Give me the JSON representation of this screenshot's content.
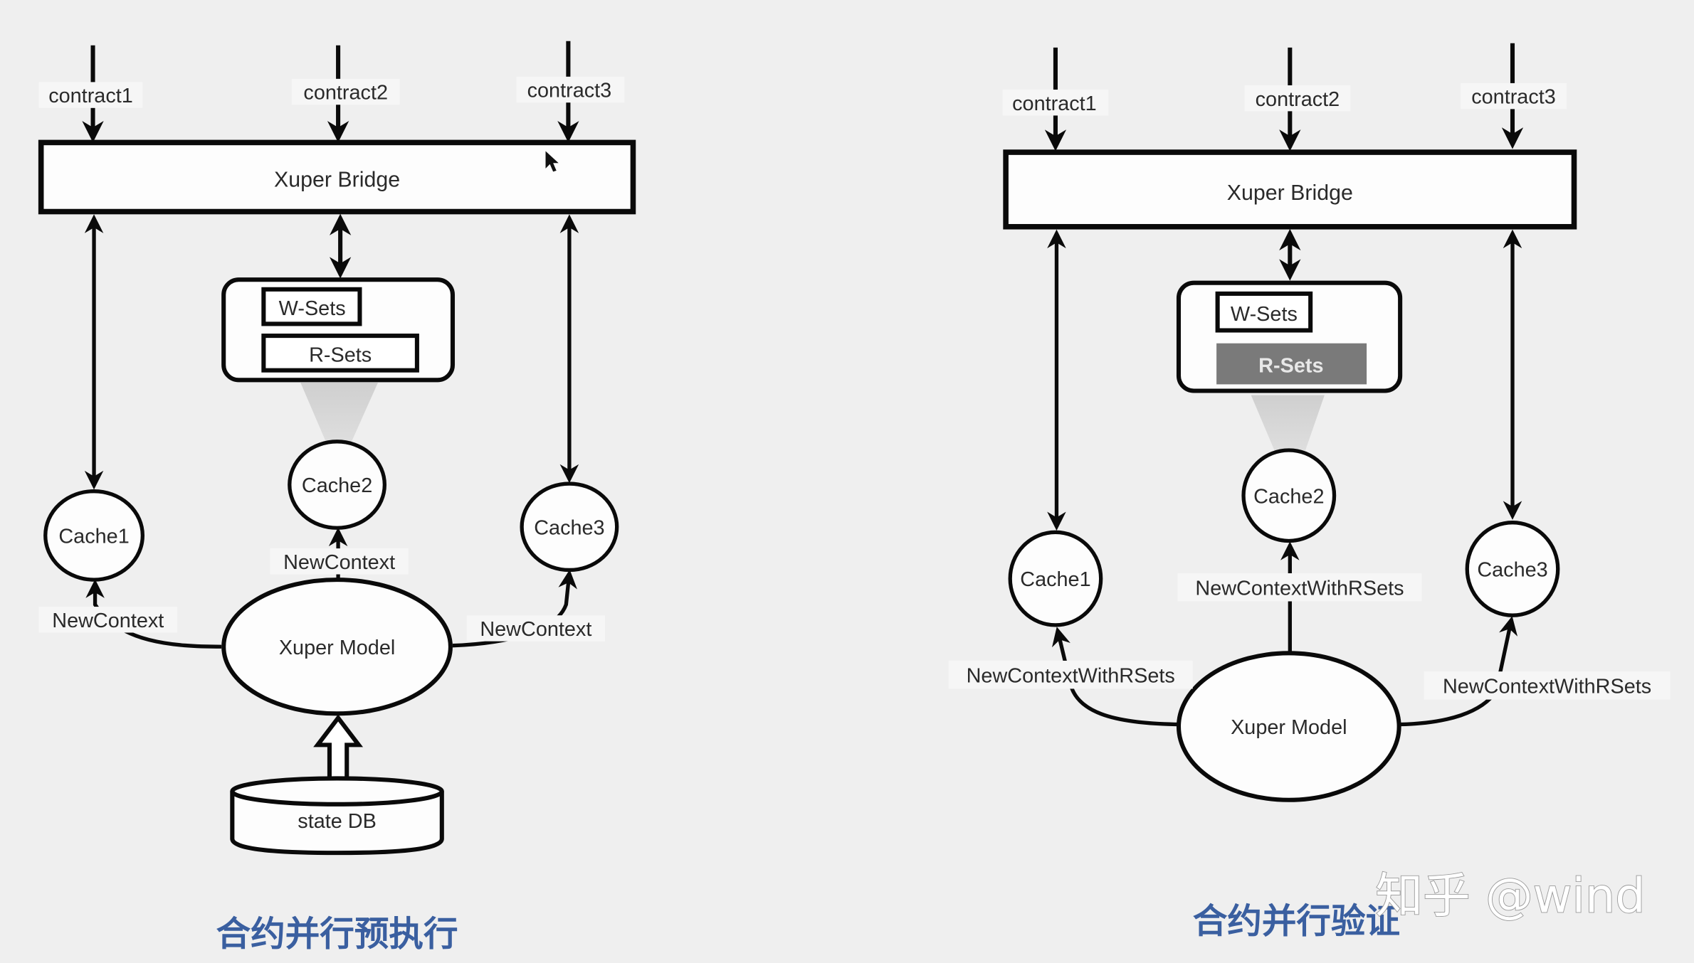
{
  "diagrams": [
    {
      "id": "pre-execution",
      "caption": "合约并行预执行",
      "contracts": [
        "contract1",
        "contract2",
        "contract3"
      ],
      "bridge": "Xuper Bridge",
      "wsets": "W-Sets",
      "rsets": "R-Sets",
      "rsets_highlighted": false,
      "caches": [
        "Cache1",
        "Cache2",
        "Cache3"
      ],
      "edge_labels": [
        "NewContext",
        "NewContext",
        "NewContext"
      ],
      "model": "Xuper Model",
      "db": "state DB"
    },
    {
      "id": "verification",
      "caption": "合约并行验证",
      "contracts": [
        "contract1",
        "contract2",
        "contract3"
      ],
      "bridge": "Xuper Bridge",
      "wsets": "W-Sets",
      "rsets": "R-Sets",
      "rsets_highlighted": true,
      "caches": [
        "Cache1",
        "Cache2",
        "Cache3"
      ],
      "edge_labels": [
        "NewContextWithRSets",
        "NewContextWithRSets",
        "NewContextWithRSets"
      ],
      "model": "Xuper Model"
    }
  ],
  "watermark": "知乎 @wind",
  "colors": {
    "background": "#efefef",
    "caption": "#3a5fa0",
    "rsets_fill": "#7a7a7a",
    "stroke": "#0a0a0a"
  }
}
